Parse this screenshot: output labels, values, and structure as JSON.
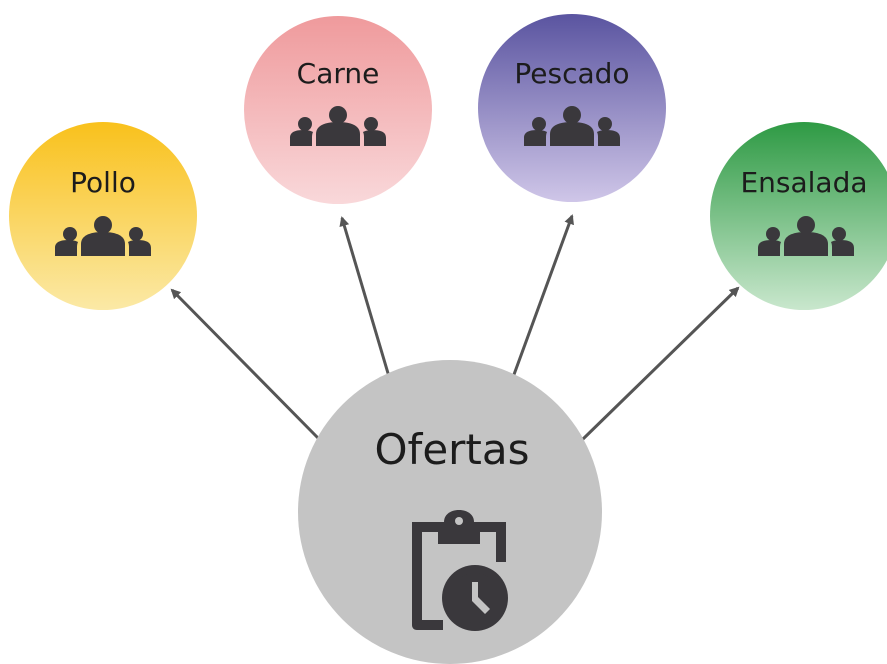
{
  "hub": {
    "label": "Ofertas",
    "icon": "clipboard-clock-icon",
    "color": "#c4c4c4"
  },
  "nodes": [
    {
      "id": "pollo",
      "label": "Pollo",
      "icon": "group-icon",
      "color_top": "#f9c11c",
      "color_bottom": "#fbe9a6"
    },
    {
      "id": "carne",
      "label": "Carne",
      "icon": "group-icon",
      "color_top": "#ef9a9c",
      "color_bottom": "#f9d8da"
    },
    {
      "id": "pescado",
      "label": "Pescado",
      "icon": "group-icon",
      "color_top": "#5a54a0",
      "color_bottom": "#cfc6e8"
    },
    {
      "id": "ensalada",
      "label": "Ensalada",
      "icon": "group-icon",
      "color_top": "#2e9a44",
      "color_bottom": "#c9e7cd"
    }
  ],
  "arrow_color": "#555555",
  "icon_color": "#3a383c"
}
